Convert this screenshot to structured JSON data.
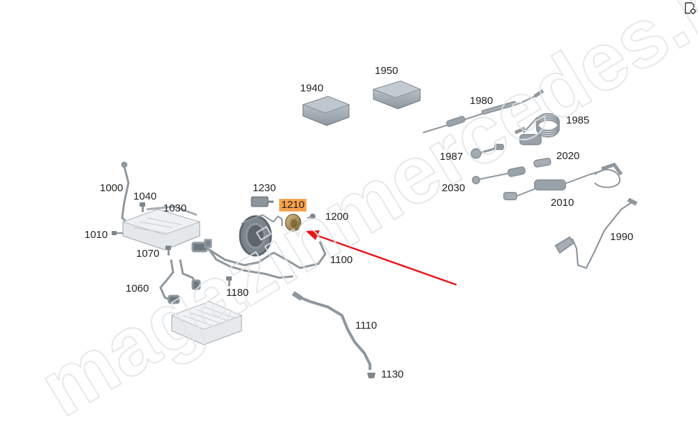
{
  "diagram": {
    "callouts": [
      {
        "id": "c1000",
        "label": "1000"
      },
      {
        "id": "c1010",
        "label": "1010"
      },
      {
        "id": "c1030",
        "label": "1030"
      },
      {
        "id": "c1040",
        "label": "1040"
      },
      {
        "id": "c1060",
        "label": "1060"
      },
      {
        "id": "c1070",
        "label": "1070"
      },
      {
        "id": "c1100",
        "label": "1100"
      },
      {
        "id": "c1110",
        "label": "1110"
      },
      {
        "id": "c1130",
        "label": "1130"
      },
      {
        "id": "c1180",
        "label": "1180"
      },
      {
        "id": "c1200",
        "label": "1200"
      },
      {
        "id": "c1210",
        "label": "1210",
        "highlighted": true
      },
      {
        "id": "c1230",
        "label": "1230"
      },
      {
        "id": "c1940",
        "label": "1940"
      },
      {
        "id": "c1950",
        "label": "1950"
      },
      {
        "id": "c1980",
        "label": "1980"
      },
      {
        "id": "c1985",
        "label": "1985"
      },
      {
        "id": "c1987",
        "label": "1987"
      },
      {
        "id": "c1990",
        "label": "1990"
      },
      {
        "id": "c2010",
        "label": "2010"
      },
      {
        "id": "c2020",
        "label": "2020"
      },
      {
        "id": "c2030",
        "label": "2030"
      }
    ],
    "highlight_color": "#f7a24a",
    "arrow_color": "#e8151b",
    "part_color": "#a9b1b8"
  },
  "watermark": {
    "text": "magazinmercedes.ru"
  },
  "toolbar": {
    "icon": "settings-page-icon"
  }
}
